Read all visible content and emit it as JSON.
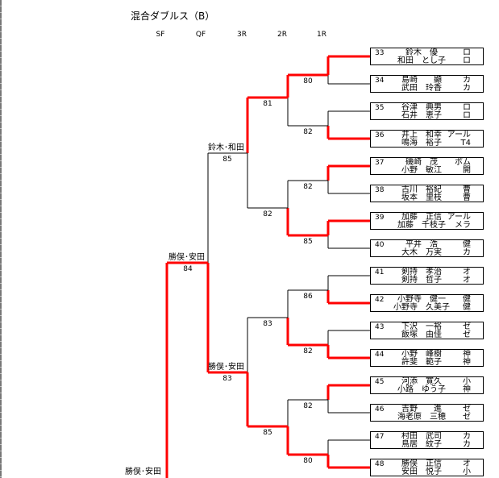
{
  "title": "混合ダブルス（B）",
  "rounds": [
    "SF",
    "QF",
    "3R",
    "2R",
    "1R"
  ],
  "colors": {
    "winner_line": "#ff0000",
    "line": "#000000"
  },
  "entries": [
    {
      "no": "33",
      "p1": "鈴木　優",
      "c1": "ロ",
      "p2": "和田　とし子",
      "c2": "ロ"
    },
    {
      "no": "34",
      "p1": "島崎　　顯",
      "c1": "カ",
      "p2": "武田　玲香",
      "c2": "カ"
    },
    {
      "no": "35",
      "p1": "谷津　典男",
      "c1": "ロ",
      "p2": "石井　恵子",
      "c2": "ロ"
    },
    {
      "no": "36",
      "p1": "井上　和幸",
      "c1": "アール",
      "p2": "鳴海　裕子",
      "c2": "T4"
    },
    {
      "no": "37",
      "p1": "磯崎　茂",
      "c1": "ボム",
      "p2": "小野　敏江",
      "c2": "開"
    },
    {
      "no": "38",
      "p1": "古川　裕紀",
      "c1": "曹",
      "p2": "坂本　里枝",
      "c2": "曹"
    },
    {
      "no": "39",
      "p1": "加藤　正信",
      "c1": "アール",
      "p2": "加藤　千枝子",
      "c2": "メラ"
    },
    {
      "no": "40",
      "p1": "平井　浩",
      "c1": "健",
      "p2": "大木　万実",
      "c2": "カ"
    },
    {
      "no": "41",
      "p1": "剣持　孝治",
      "c1": "オ",
      "p2": "剣持　哲子",
      "c2": "オ"
    },
    {
      "no": "42",
      "p1": "小野寺　健一",
      "c1": "健",
      "p2": "小野寺　久美子",
      "c2": "健"
    },
    {
      "no": "43",
      "p1": "下沢　一裕",
      "c1": "ゼ",
      "p2": "飯塚　由佳",
      "c2": "ゼ"
    },
    {
      "no": "44",
      "p1": "小野　峰樹",
      "c1": "神",
      "p2": "許斐　範子",
      "c2": "神"
    },
    {
      "no": "45",
      "p1": "河添　寛久",
      "c1": "小",
      "p2": "小路　ゆう子",
      "c2": "神"
    },
    {
      "no": "46",
      "p1": "吉野　　進",
      "c1": "ゼ",
      "p2": "海老原　三穂",
      "c2": "ゼ"
    },
    {
      "no": "47",
      "p1": "村田　武司",
      "c1": "カ",
      "p2": "鳥居　紋子",
      "c2": "カ"
    },
    {
      "no": "48",
      "p1": "勝俣　正信",
      "c1": "オ",
      "p2": "安田　悦子",
      "c2": "小"
    }
  ],
  "results": {
    "r1": [
      {
        "score": "80",
        "winner": 0
      },
      {
        "score": "82",
        "winner": 1
      },
      {
        "score": "82",
        "winner": 0
      },
      {
        "score": "85",
        "winner": 0
      },
      {
        "score": "86",
        "winner": 1
      },
      {
        "score": "82",
        "winner": 1
      },
      {
        "score": "82",
        "winner": 0
      },
      {
        "score": "80",
        "winner": 1
      }
    ],
    "r2": [
      {
        "score": "81",
        "winner": 0
      },
      {
        "score": "82",
        "winner": 1
      },
      {
        "score": "83",
        "winner": 1
      },
      {
        "score": "85",
        "winner": 1
      }
    ],
    "r3": [
      {
        "score": "85",
        "winner": 0,
        "label": "鈴木･和田"
      },
      {
        "score": "83",
        "winner": 1,
        "label": "勝俣･安田"
      }
    ],
    "qf": [
      {
        "score": "84",
        "winner": 1,
        "label": "勝俣･安田"
      }
    ],
    "sf_winner_label": "勝俣･安田"
  }
}
